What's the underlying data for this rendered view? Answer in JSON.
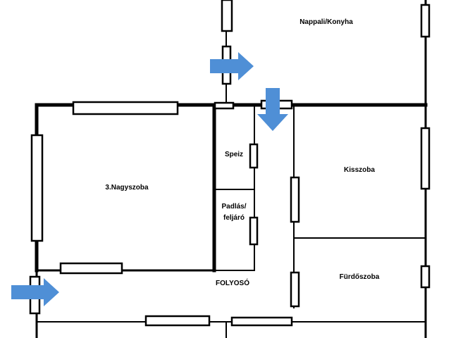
{
  "colors": {
    "wall": "#000000",
    "arrow": "#4f8fd6",
    "background": "#ffffff"
  },
  "rooms": {
    "living_kitchen": "Nappali/Konyha",
    "big_room_3": "3.Nagyszoba",
    "pantry": "Speiz",
    "attic_line1": "Padlás/",
    "attic_line2": "feljáró",
    "small_room": "Kisszoba",
    "bathroom": "Fürdőszoba",
    "corridor": "FOLYOSÓ"
  },
  "arrows": [
    {
      "name": "entry-arrow-living",
      "direction": "right"
    },
    {
      "name": "entry-arrow-top",
      "direction": "down"
    },
    {
      "name": "entry-arrow-left",
      "direction": "right"
    }
  ]
}
